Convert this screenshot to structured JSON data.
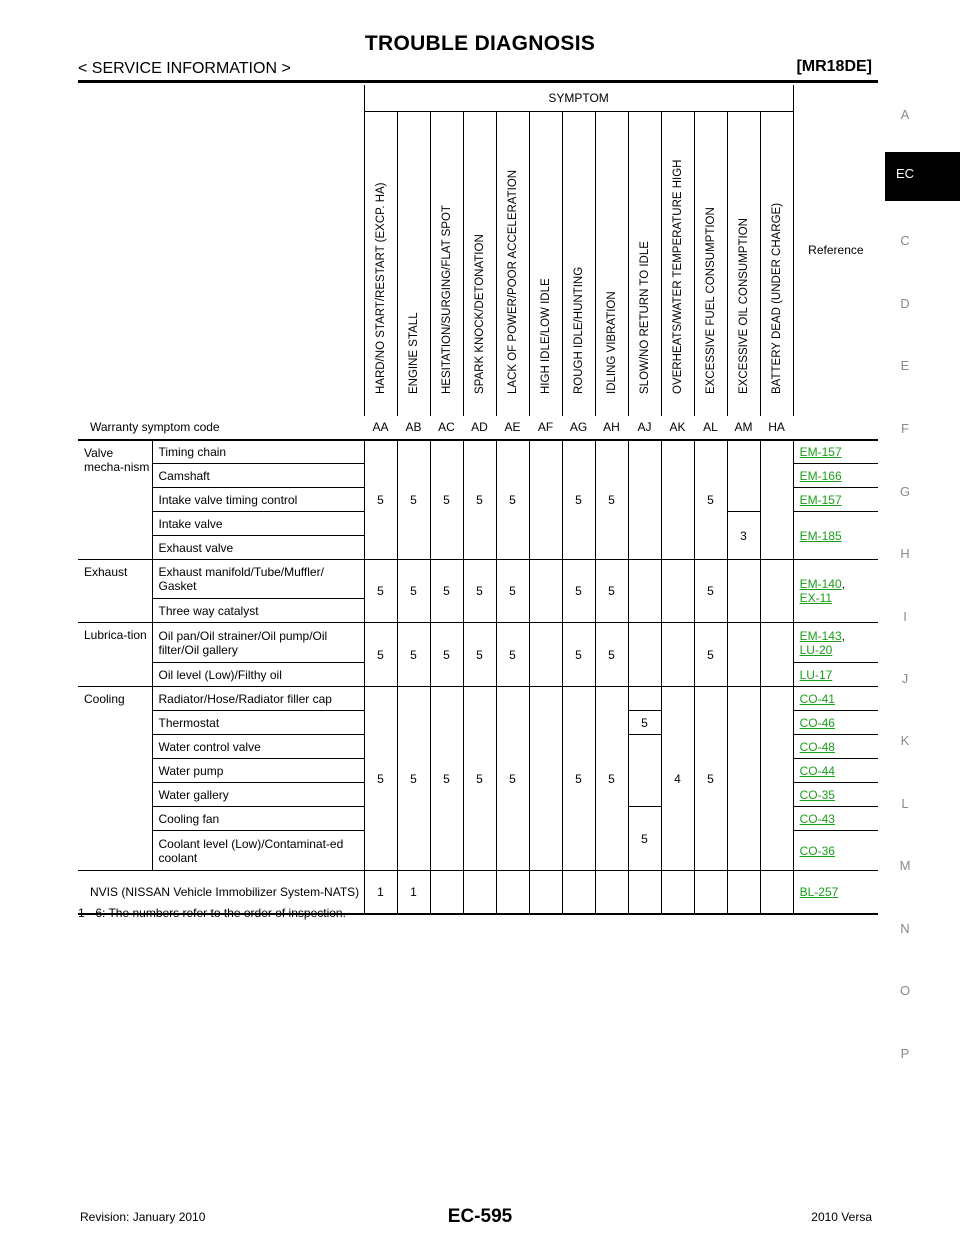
{
  "header": {
    "title": "TROUBLE DIAGNOSIS",
    "section": "< SERVICE INFORMATION >",
    "model": "[MR18DE]"
  },
  "side_index": {
    "letters": [
      "A",
      "EC",
      "C",
      "D",
      "E",
      "F",
      "G",
      "H",
      "I",
      "J",
      "K",
      "L",
      "M",
      "N",
      "O",
      "P"
    ],
    "active": "EC"
  },
  "table": {
    "symptom_header": "SYMPTOM",
    "reference_header": "Reference",
    "warranty_label": "Warranty symptom code",
    "symptoms": [
      {
        "name": "HARD/NO START/RESTART (EXCP. HA)",
        "code": "AA"
      },
      {
        "name": "ENGINE STALL",
        "code": "AB"
      },
      {
        "name": "HESITATION/SURGING/FLAT SPOT",
        "code": "AC"
      },
      {
        "name": "SPARK KNOCK/DETONATION",
        "code": "AD"
      },
      {
        "name": "LACK OF POWER/POOR ACCELERATION",
        "code": "AE"
      },
      {
        "name": "HIGH IDLE/LOW IDLE",
        "code": "AF"
      },
      {
        "name": "ROUGH IDLE/HUNTING",
        "code": "AG"
      },
      {
        "name": "IDLING VIBRATION",
        "code": "AH"
      },
      {
        "name": "SLOW/NO RETURN TO IDLE",
        "code": "AJ"
      },
      {
        "name": "OVERHEATS/WATER TEMPERATURE HIGH",
        "code": "AK"
      },
      {
        "name": "EXCESSIVE FUEL CONSUMPTION",
        "code": "AL"
      },
      {
        "name": "EXCESSIVE OIL CONSUMPTION",
        "code": "AM"
      },
      {
        "name": "BATTERY DEAD (UNDER CHARGE)",
        "code": "HA"
      }
    ],
    "groups": {
      "valve": "Valve mecha-nism",
      "exhaust": "Exhaust",
      "lubrication": "Lubrica-tion",
      "cooling": "Cooling",
      "nvis": "NVIS (NISSAN Vehicle Immobilizer System-NATS)"
    },
    "items": {
      "timing_chain": "Timing chain",
      "camshaft": "Camshaft",
      "intake_valve_timing": "Intake valve timing control",
      "intake_valve": "Intake valve",
      "exhaust_valve": "Exhaust valve",
      "exhaust_manifold": "Exhaust manifold/Tube/Muffler/ Gasket",
      "three_way_catalyst": "Three way catalyst",
      "oil_pan": "Oil pan/Oil strainer/Oil pump/Oil filter/Oil gallery",
      "oil_level": "Oil level (Low)/Filthy oil",
      "radiator": "Radiator/Hose/Radiator filler cap",
      "thermostat": "Thermostat",
      "water_control_valve": "Water control valve",
      "water_pump": "Water pump",
      "water_gallery": "Water gallery",
      "cooling_fan": "Cooling fan",
      "coolant_level": "Coolant level (Low)/Contaminat-ed coolant"
    },
    "values": {
      "five": "5",
      "four": "4",
      "three": "3",
      "one": "1"
    },
    "refs": {
      "em157": "EM-157",
      "em166": "EM-166",
      "em185": "EM-185",
      "em140": "EM-140",
      "ex11": "EX-11",
      "em143": "EM-143",
      "lu20": "LU-20",
      "lu17": "LU-17",
      "co41": "CO-41",
      "co46": "CO-46",
      "co48": "CO-48",
      "co44": "CO-44",
      "co35": "CO-35",
      "co43": "CO-43",
      "co36": "CO-36",
      "bl257": "BL-257",
      "comma": ","
    }
  },
  "footnote": "1 - 6: The numbers refer to the order of inspection.",
  "footer": {
    "revision": "Revision: January 2010",
    "page": "EC-595",
    "edition": "2010 Versa"
  }
}
